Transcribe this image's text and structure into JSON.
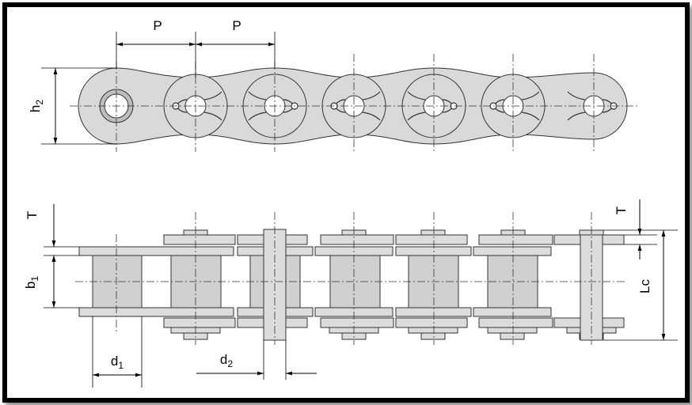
{
  "labels": {
    "pitch_1": "P",
    "pitch_2": "P",
    "plate_height": "h2",
    "plate_thickness_left": "T",
    "plate_thickness_right": "T",
    "inner_width": "b1",
    "pin_length": "Lc",
    "roller_diameter": "d1",
    "pin_diameter": "d2"
  }
}
